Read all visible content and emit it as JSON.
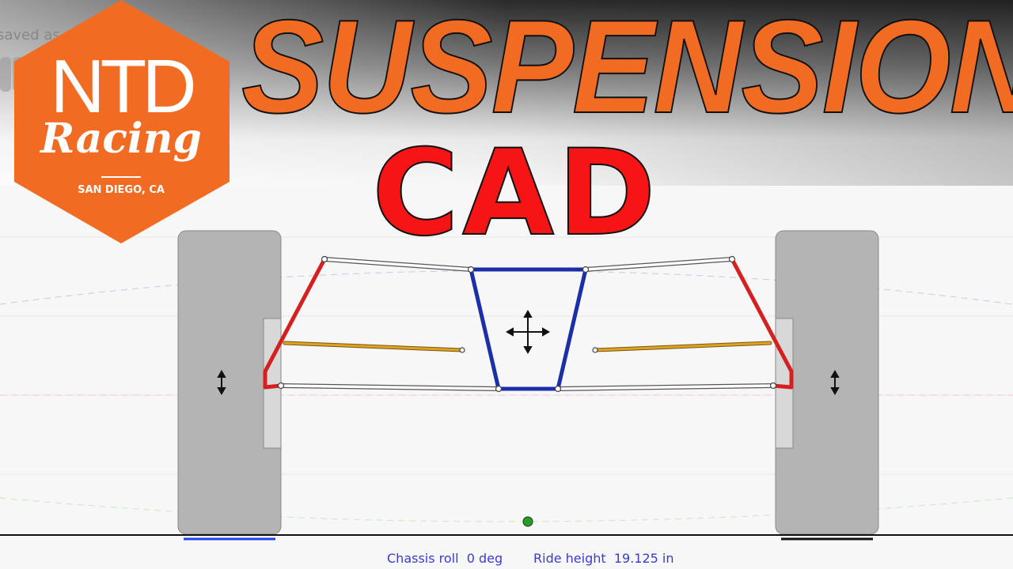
{
  "app": {
    "saved_text": "saved as"
  },
  "headline": {
    "line1": "SUSPENSION",
    "line2": "CAD"
  },
  "logo": {
    "name": "NTD",
    "sub": "Racing",
    "location": "SAN DIEGO, CA"
  },
  "readouts": {
    "chassis_roll_label": "Chassis roll",
    "chassis_roll_value": "0 deg",
    "ride_height_label": "Ride height",
    "ride_height_value": "19.125 in"
  },
  "colors": {
    "brand_orange": "#f26b22",
    "cad_red": "#f51515",
    "chassis_blue": "#1c2ea8",
    "upright_red": "#d42020",
    "tie_rod": "#e0a020",
    "text_blue": "#3b3bcc"
  },
  "icons": {
    "chassis_handle": "move-arrows-icon",
    "tire_handle": "vertical-arrows-icon"
  }
}
